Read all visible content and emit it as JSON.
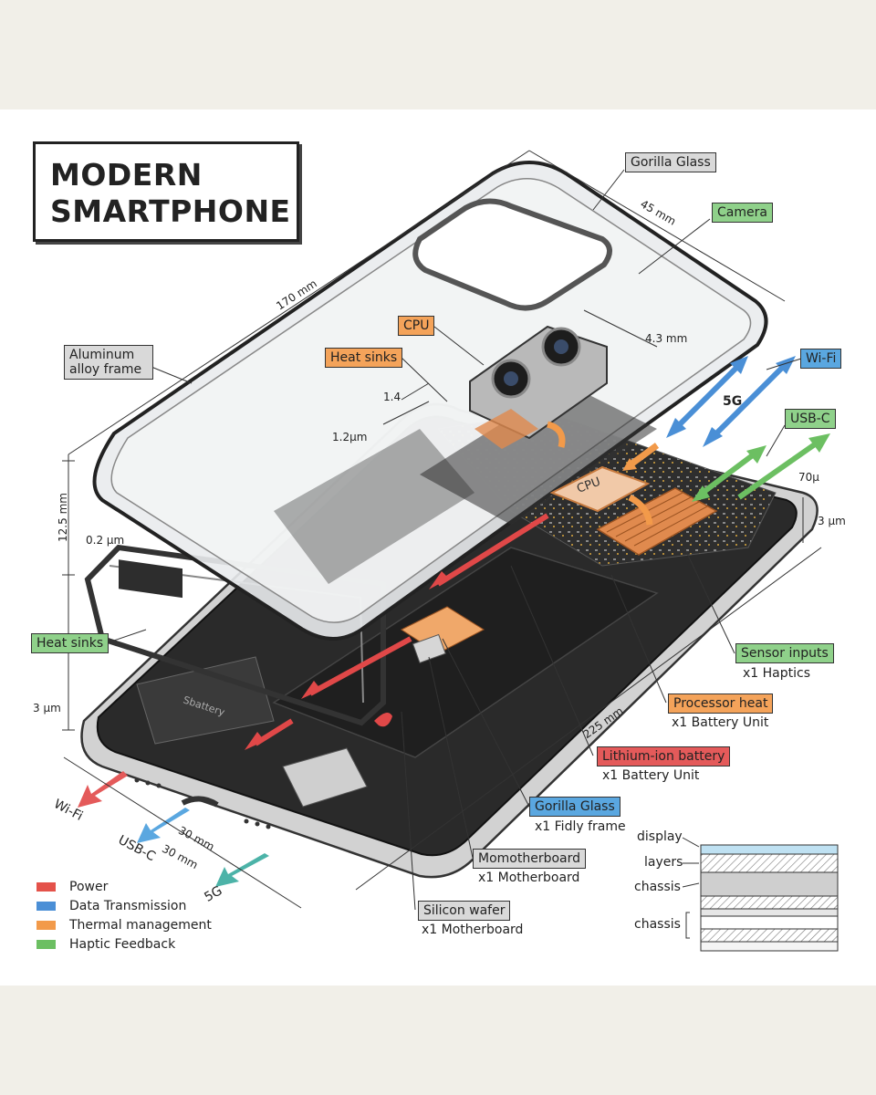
{
  "title": {
    "line1": "MODERN",
    "line2": "SMARTPHONE"
  },
  "colors": {
    "gray": "#d9d9d9",
    "green": "#8fd18a",
    "orange": "#f4a35a",
    "blue": "#5aa7e0",
    "red": "#e45a5a",
    "power": "#e4524a",
    "data": "#4b8fd6",
    "thermal": "#f29a4a",
    "haptic": "#6cbf62"
  },
  "callouts": {
    "gorilla_glass_top": "Gorilla Glass",
    "camera": "Camera",
    "cpu": "CPU",
    "heat_sinks_top": "Heat sinks",
    "aluminum_frame": "Aluminum alloy frame",
    "wifi": "Wi-Fi",
    "usbc": "USB-C",
    "heat_sinks_left": "Heat sinks",
    "sensor_inputs": "Sensor inputs",
    "sensor_sub": "x1 Haptics",
    "processor_heat": "Processor heat",
    "processor_sub": "x1 Battery Unit",
    "lithium_battery": "Lithium-ion battery",
    "lithium_sub": "x1 Battery Unit",
    "gorilla_glass_bottom": "Gorilla Glass",
    "gorilla_sub": "x1 Fidly frame",
    "motherboard": "Momotherboard",
    "motherboard_sub": "x1 Motherboard",
    "silicon": "Silicon wafer",
    "silicon_sub": "x1 Motherboard"
  },
  "dimensions": {
    "length_top": "170 mm",
    "width_top": "45 mm",
    "cam_depth": "4.3 mm",
    "d14": "1.4",
    "d12um": "1.2µm",
    "side_height": "12.5 mm",
    "d02um": "0.2 µm",
    "d3um_left": "3 µm",
    "d3um_right": "3 µm",
    "d70u": "70µ",
    "d225": "225 mm",
    "d30a": "30 mm",
    "d30b": "30 mm"
  },
  "inner": {
    "cpu_chip": "CPU",
    "battery_text": "Sbattery",
    "arrow_5g_top": "5G",
    "arrow_wifi": "Wi-Fi",
    "arrow_usbc": "USB-C",
    "arrow_5g_bottom": "5G"
  },
  "legend": [
    {
      "label": "Power",
      "color": "#e4524a"
    },
    {
      "label": "Data Transmission",
      "color": "#4b8fd6"
    },
    {
      "label": "Thermal management",
      "color": "#f29a4a"
    },
    {
      "label": "Haptic Feedback",
      "color": "#6cbf62"
    }
  ],
  "layers": {
    "display": "display",
    "layers": "layers",
    "chassis1": "chassis",
    "chassis2": "chassis"
  }
}
